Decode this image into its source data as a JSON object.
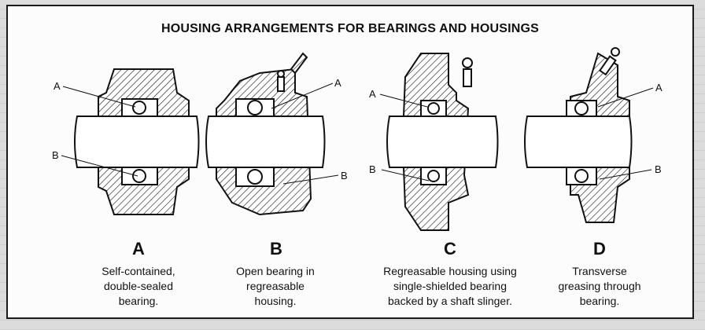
{
  "title": "HOUSING ARRANGEMENTS FOR BEARINGS AND HOUSINGS",
  "figures": [
    {
      "letter": "A",
      "caption": "Self-contained,\ndouble-sealed\nbearing.",
      "callout_a": "A",
      "callout_b": "B"
    },
    {
      "letter": "B",
      "caption": "Open bearing in\nregreasable\nhousing.",
      "callout_a": "A",
      "callout_b": "B"
    },
    {
      "letter": "C",
      "caption": "Regreasable housing using\nsingle-shielded bearing\nbacked by a shaft slinger.",
      "callout_a": "A",
      "callout_b": "B"
    },
    {
      "letter": "D",
      "caption": "Transverse\ngreasing through\nbearing.",
      "callout_a": "A",
      "callout_b": "B"
    }
  ]
}
